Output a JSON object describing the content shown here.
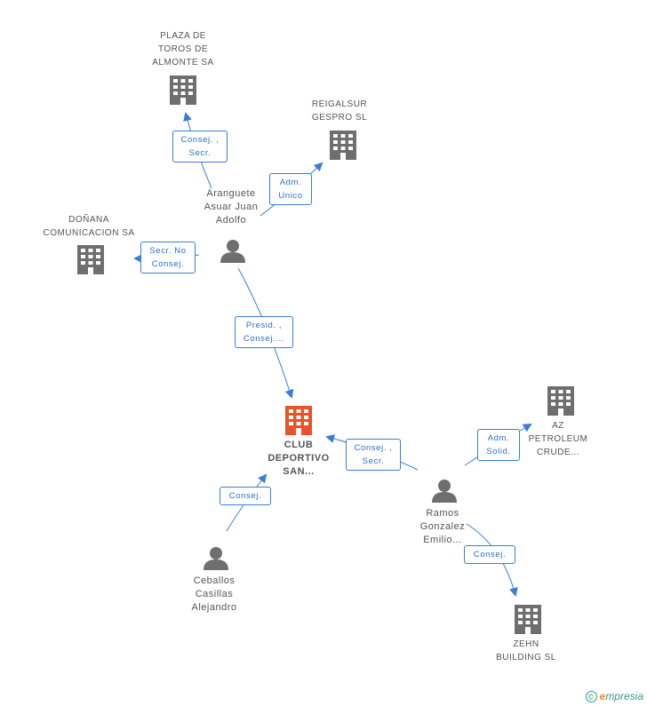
{
  "nodes": {
    "plaza": {
      "label": "PLAZA DE\nTOROS DE\nALMONTE SA",
      "kind": "company"
    },
    "reigalsur": {
      "label": "REIGALSUR\nGESPRO SL",
      "kind": "company"
    },
    "donana": {
      "label": "DOÑANA\nCOMUNICACION SA",
      "kind": "company"
    },
    "aranguete": {
      "label": "Aranguete\nAsuar Juan\nAdolfo",
      "kind": "person"
    },
    "club": {
      "label": "CLUB\nDEPORTIVO\nSAN...",
      "kind": "focus"
    },
    "az": {
      "label": "AZ\nPETROLEUM\nCRUDE...",
      "kind": "company"
    },
    "ramos": {
      "label": "Ramos\nGonzalez\nEmilio...",
      "kind": "person"
    },
    "ceballos": {
      "label": "Ceballos\nCasillas\nAlejandro",
      "kind": "person"
    },
    "zehn": {
      "label": "ZEHN\nBUILDING SL",
      "kind": "company"
    }
  },
  "edges": {
    "aranguete_plaza": "Consej. ,\nSecr.",
    "aranguete_reigalsur": "Adm.\nUnico",
    "aranguete_donana": "Secr. No\nConsej.",
    "aranguete_club": "Presid. ,\nConsej....",
    "ramos_club": "Consej. ,\nSecr.",
    "ramos_az": "Adm.\nSolid.",
    "ceballos_club": "Consej.",
    "ramos_zehn": "Consej."
  },
  "colors": {
    "edge": "#3a7fd5",
    "company_icon": "#6e6e6e",
    "focus_icon": "#e8532b",
    "person_icon": "#6e6e6e"
  },
  "footer": {
    "copyright": "©",
    "brand_initial": "e",
    "brand_rest": "mpresia"
  }
}
